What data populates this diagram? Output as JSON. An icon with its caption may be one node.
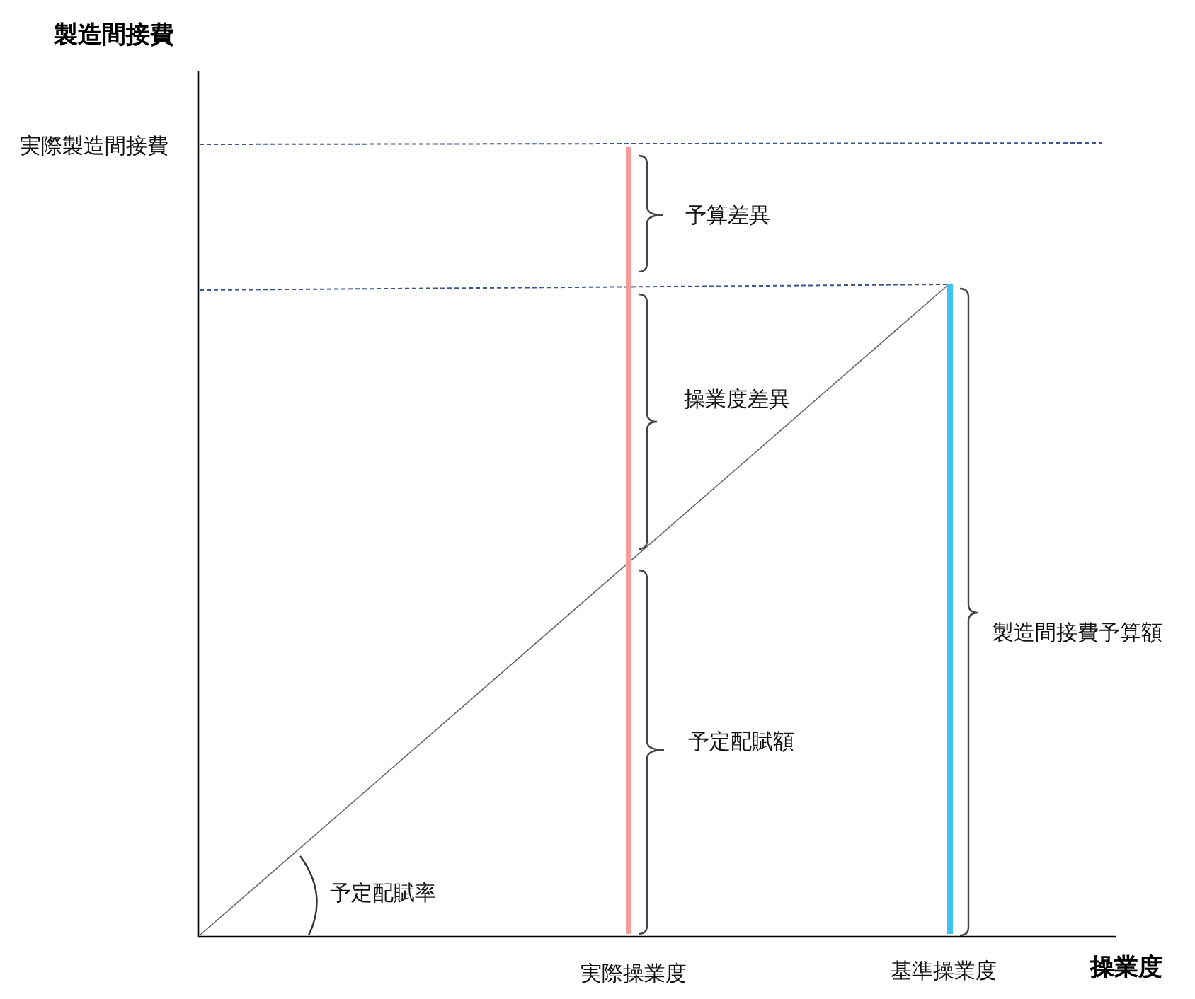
{
  "diagram": {
    "labels": [
      "製造間接費",
      "実際製造間接費",
      "予算差異",
      "操業度差異",
      "製造間接費予算額",
      "予定配賦額",
      "予定配賦率",
      "実際操業度",
      "基準操業度",
      "操業度"
    ]
  }
}
